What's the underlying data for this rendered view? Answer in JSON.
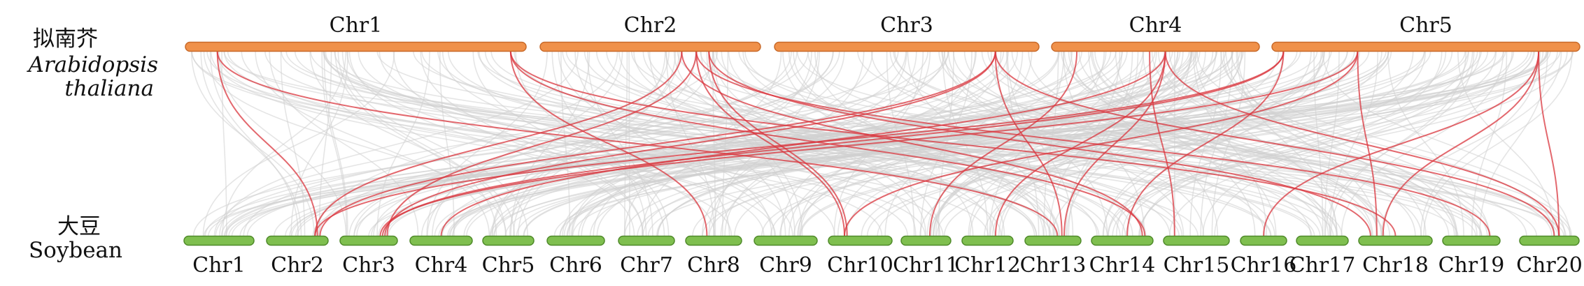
{
  "species_top": {
    "chinese": "拟南芥",
    "latin_line1": "Arabidopsis",
    "latin_line2": "thaliana"
  },
  "species_bottom": {
    "chinese": "大豆",
    "english": "Soybean"
  },
  "colors": {
    "top_bar": "#f0914a",
    "top_bar_edge": "#c86a2a",
    "bottom_bar": "#7fbf4f",
    "bottom_bar_edge": "#4f8a2a",
    "background_links": "#cfcfcf",
    "highlight_links": "#d9363e"
  },
  "top_chromosomes": [
    {
      "label": "Chr1",
      "length": 100
    },
    {
      "label": "Chr2",
      "length": 66
    },
    {
      "label": "Chr3",
      "length": 79
    },
    {
      "label": "Chr4",
      "length": 63
    },
    {
      "label": "Chr5",
      "length": 92
    }
  ],
  "bottom_chromosomes": [
    {
      "label": "Chr1"
    },
    {
      "label": "Chr2"
    },
    {
      "label": "Chr3"
    },
    {
      "label": "Chr4"
    },
    {
      "label": "Chr5"
    },
    {
      "label": "Chr6"
    },
    {
      "label": "Chr7"
    },
    {
      "label": "Chr8"
    },
    {
      "label": "Chr9"
    },
    {
      "label": "Chr10"
    },
    {
      "label": "Chr11"
    },
    {
      "label": "Chr12"
    },
    {
      "label": "Chr13"
    },
    {
      "label": "Chr14"
    },
    {
      "label": "Chr15"
    },
    {
      "label": "Chr16"
    },
    {
      "label": "Chr17"
    },
    {
      "label": "Chr18"
    },
    {
      "label": "Chr19"
    },
    {
      "label": "Chr20"
    }
  ],
  "highlight_links": [
    {
      "from_chr": 0,
      "from_pos": 0.08,
      "to_chr": 1,
      "to_pos": 0.9
    },
    {
      "from_chr": 0,
      "from_pos": 0.08,
      "to_chr": 12,
      "to_pos": 0.6
    },
    {
      "from_chr": 0,
      "from_pos": 0.97,
      "to_chr": 7,
      "to_pos": 0.35
    },
    {
      "from_chr": 0,
      "from_pos": 0.97,
      "to_chr": 13,
      "to_pos": 0.95
    },
    {
      "from_chr": 0,
      "from_pos": 0.97,
      "to_chr": 17,
      "to_pos": 0.5
    },
    {
      "from_chr": 1,
      "from_pos": 0.65,
      "to_chr": 1,
      "to_pos": 0.85
    },
    {
      "from_chr": 1,
      "from_pos": 0.72,
      "to_chr": 2,
      "to_pos": 0.9
    },
    {
      "from_chr": 1,
      "from_pos": 0.72,
      "to_chr": 9,
      "to_pos": 0.2
    },
    {
      "from_chr": 1,
      "from_pos": 0.78,
      "to_chr": 9,
      "to_pos": 0.25
    },
    {
      "from_chr": 1,
      "from_pos": 0.65,
      "to_chr": 13,
      "to_pos": 0.9
    },
    {
      "from_chr": 1,
      "from_pos": 0.72,
      "to_chr": 18,
      "to_pos": 0.9
    },
    {
      "from_chr": 1,
      "from_pos": 0.78,
      "to_chr": 17,
      "to_pos": 0.1
    },
    {
      "from_chr": 2,
      "from_pos": 0.85,
      "to_chr": 1,
      "to_pos": 0.95
    },
    {
      "from_chr": 2,
      "from_pos": 0.85,
      "to_chr": 2,
      "to_pos": 0.85
    },
    {
      "from_chr": 2,
      "from_pos": 0.85,
      "to_chr": 12,
      "to_pos": 0.7
    },
    {
      "from_chr": 2,
      "from_pos": 0.85,
      "to_chr": 19,
      "to_pos": 0.6
    },
    {
      "from_chr": 3,
      "from_pos": 0.1,
      "to_chr": 10,
      "to_pos": 0.6
    },
    {
      "from_chr": 3,
      "from_pos": 0.47,
      "to_chr": 14,
      "to_pos": 0.1
    },
    {
      "from_chr": 3,
      "from_pos": 0.55,
      "to_chr": 11,
      "to_pos": 0.7
    },
    {
      "from_chr": 3,
      "from_pos": 0.55,
      "to_chr": 19,
      "to_pos": 0.7
    },
    {
      "from_chr": 3,
      "from_pos": 0.55,
      "to_chr": 12,
      "to_pos": 0.75
    },
    {
      "from_chr": 3,
      "from_pos": 0.55,
      "to_chr": 3,
      "to_pos": 0.5
    },
    {
      "from_chr": 4,
      "from_pos": 0.02,
      "to_chr": 1,
      "to_pos": 0.85
    },
    {
      "from_chr": 4,
      "from_pos": 0.02,
      "to_chr": 2,
      "to_pos": 0.8
    },
    {
      "from_chr": 4,
      "from_pos": 0.02,
      "to_chr": 13,
      "to_pos": 0.6
    },
    {
      "from_chr": 4,
      "from_pos": 0.27,
      "to_chr": 2,
      "to_pos": 0.75
    },
    {
      "from_chr": 4,
      "from_pos": 0.27,
      "to_chr": 9,
      "to_pos": 0.2
    },
    {
      "from_chr": 4,
      "from_pos": 0.27,
      "to_chr": 17,
      "to_pos": 0.2
    },
    {
      "from_chr": 4,
      "from_pos": 0.88,
      "to_chr": 19,
      "to_pos": 0.7
    },
    {
      "from_chr": 4,
      "from_pos": 0.88,
      "to_chr": 15,
      "to_pos": 0.5
    },
    {
      "from_chr": 4,
      "from_pos": 0.88,
      "to_chr": 17,
      "to_pos": 0.3
    }
  ]
}
